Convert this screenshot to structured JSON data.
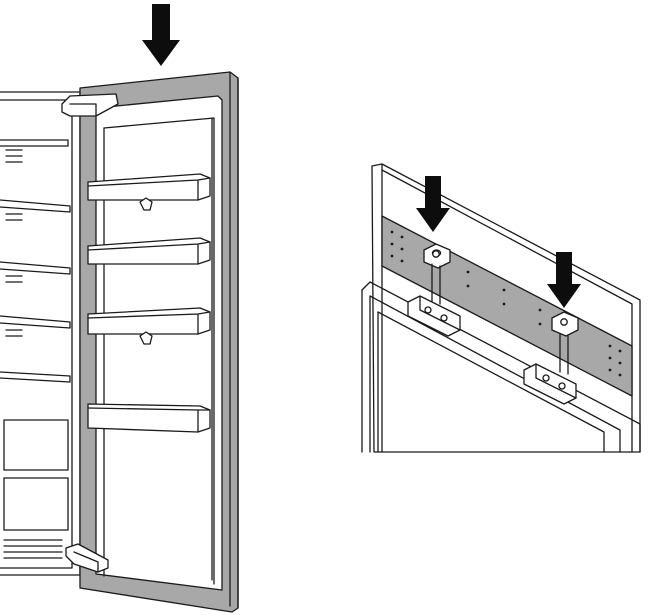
{
  "figure": {
    "panels": [
      {
        "name": "open-fridge-door",
        "arrow_count": 1
      },
      {
        "name": "panel-mounting-bracket-detail",
        "arrow_count": 2
      }
    ],
    "colors": {
      "outline": "#1a1a1a",
      "panel_fill": "#a8a8a8",
      "arrow": "#0d0d0d",
      "background": "#ffffff"
    }
  }
}
